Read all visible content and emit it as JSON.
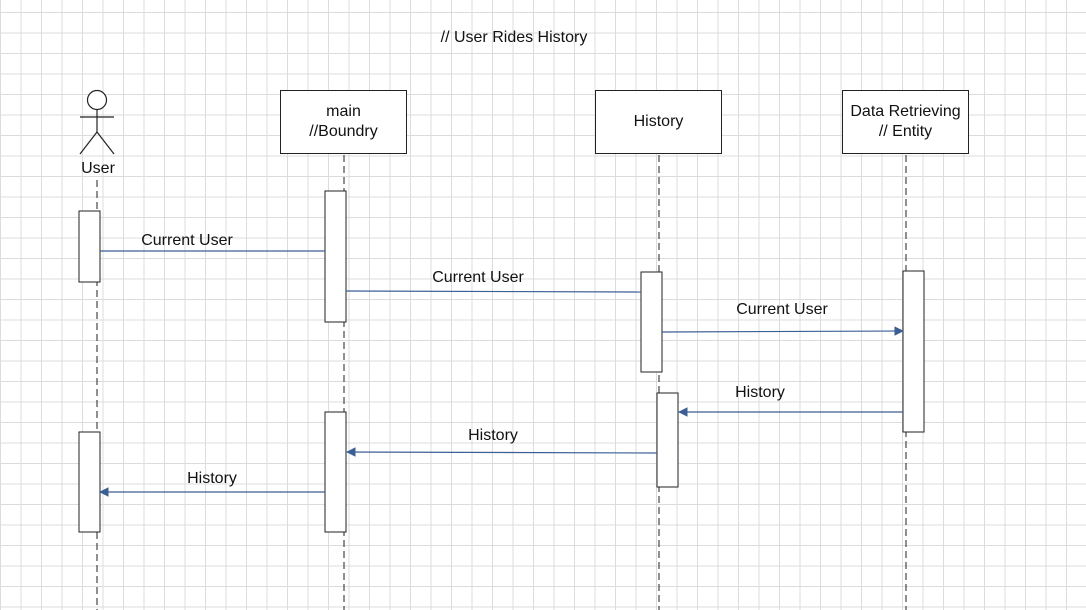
{
  "title": "// User Rides History",
  "actor": {
    "label": "User"
  },
  "lifelines": {
    "main": {
      "line1": "main",
      "line2": "//Boundry"
    },
    "history": {
      "line1": "History"
    },
    "data": {
      "line1": "Data Retrieving",
      "line2": "// Entity"
    }
  },
  "messages": [
    {
      "label": "Current User",
      "from": "User",
      "to": "main"
    },
    {
      "label": "Current User",
      "from": "main",
      "to": "History"
    },
    {
      "label": "Current User",
      "from": "History",
      "to": "Data Retrieving"
    },
    {
      "label": "History",
      "from": "Data Retrieving",
      "to": "History"
    },
    {
      "label": "History",
      "from": "History",
      "to": "main"
    },
    {
      "label": "History",
      "from": "main",
      "to": "User"
    }
  ],
  "colors": {
    "arrow": "#3a5f95",
    "outline": "#222222",
    "grid": "#dcdcdc"
  }
}
